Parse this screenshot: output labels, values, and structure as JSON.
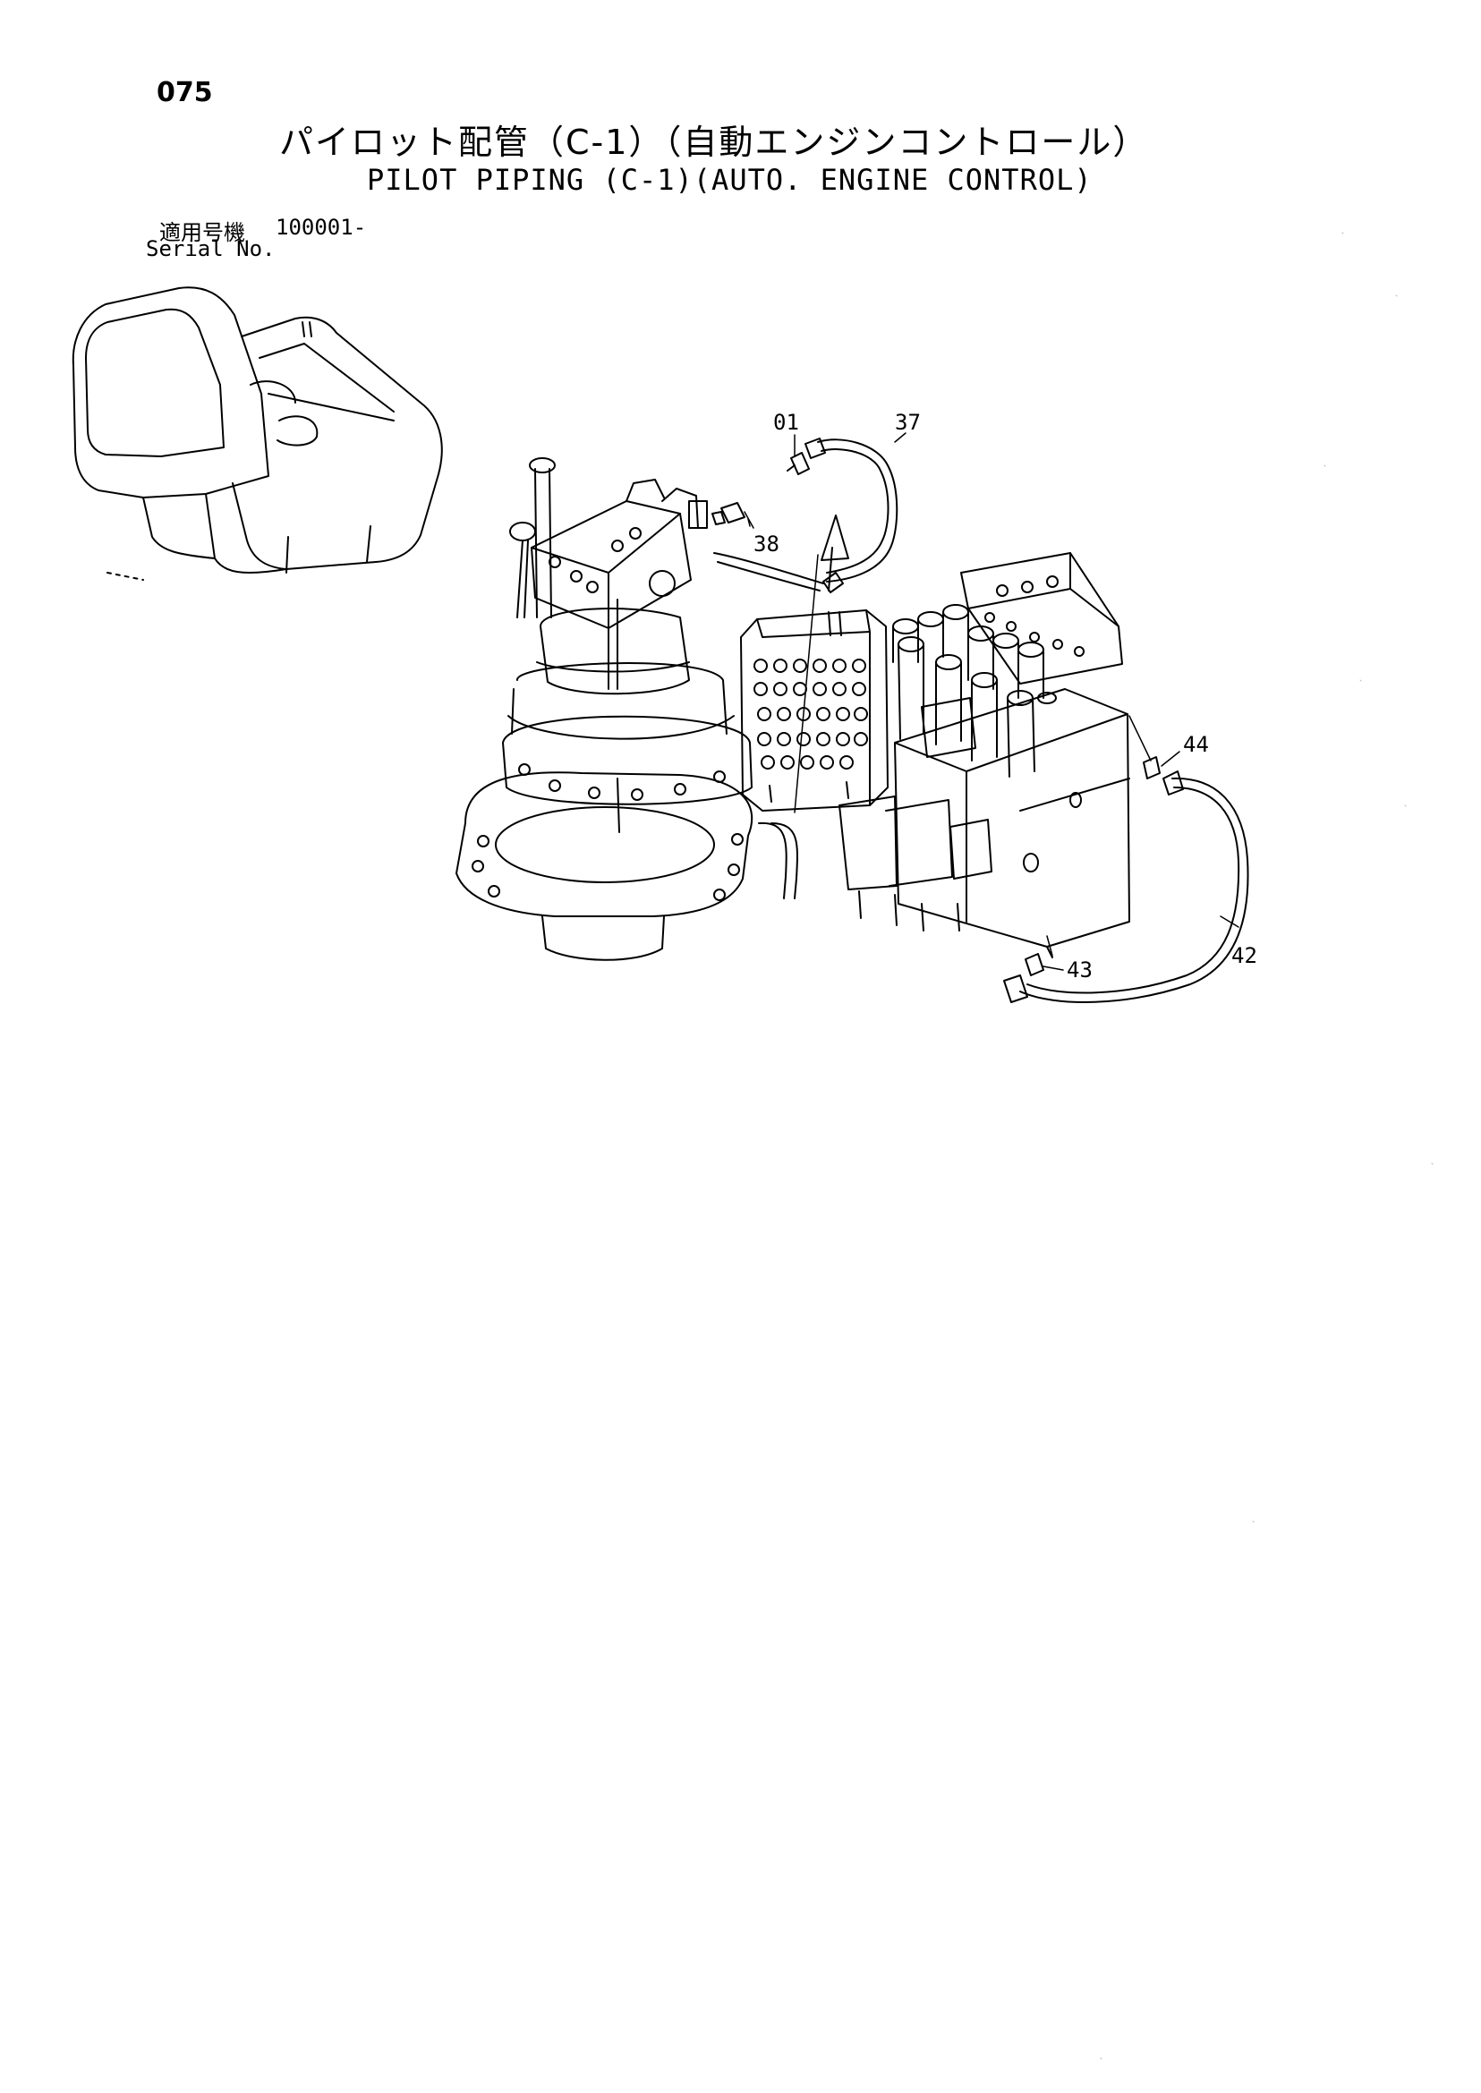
{
  "header": {
    "page_number": "075",
    "title_jp": "パイロット配管（C-1）（自動エンジンコントロール）",
    "title_en": "PILOT PIPING (C-1)(AUTO. ENGINE CONTROL)",
    "serial_label_jp": "適用号機",
    "serial_label_en": "Serial No.",
    "serial_value": "100001-"
  },
  "callouts": {
    "c01": "01",
    "c37": "37",
    "c38": "38",
    "c42": "42",
    "c43": "43",
    "c44": "44"
  }
}
